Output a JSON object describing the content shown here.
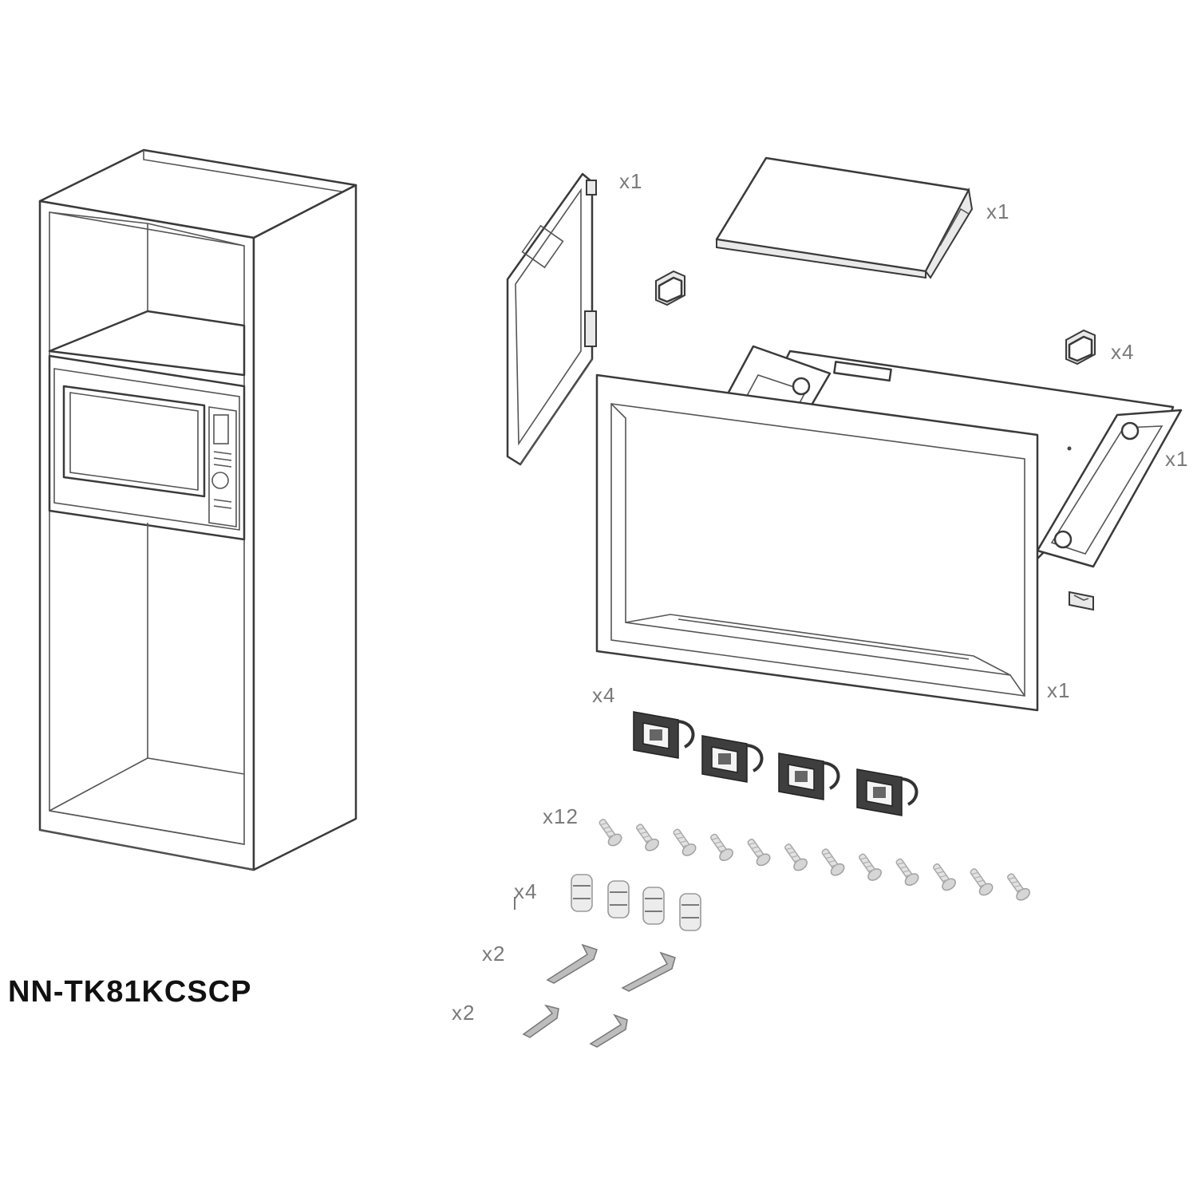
{
  "model_label": "NN-TK81KCSCP",
  "quantities": {
    "side_panel": "x1",
    "top_panel": "x1",
    "corner_brackets": "x4",
    "base_rail_frame": "x1",
    "trim_frame": "x1",
    "clips": "x4",
    "screws": "x12",
    "plugs": "x4",
    "long_brackets": "x2",
    "short_brackets": "x2"
  },
  "colors": {
    "line": "#3a3a3a",
    "label": "#7a7a7a",
    "model_text": "#111111"
  },
  "icons": {
    "cabinet": "tall-cabinet-with-microwave-illustration",
    "clip": "mounting-clip-icon",
    "screw": "screw-icon",
    "plug": "wall-plug-icon",
    "bracket": "angle-bracket-icon"
  }
}
